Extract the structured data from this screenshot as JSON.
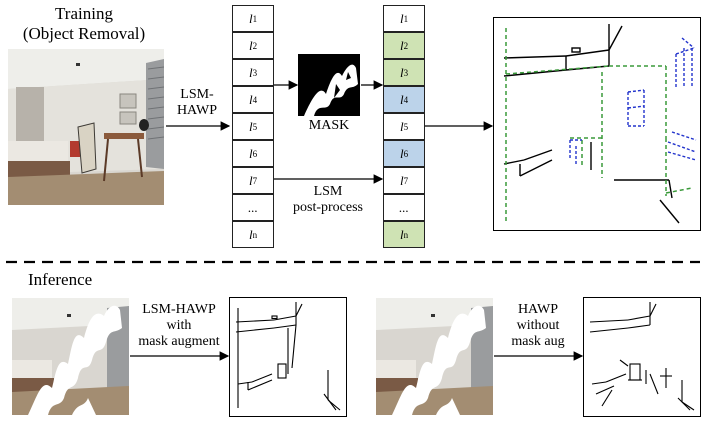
{
  "training": {
    "title_line1": "Training",
    "title_line2": "(Object Removal)",
    "arrow1_label_line1": "LSM-",
    "arrow1_label_line2": "HAWP",
    "mask_label": "MASK",
    "arrow2_label_line1": "LSM",
    "arrow2_label_line2": "post-process",
    "lines_before": [
      {
        "sym": "l",
        "sub": "1",
        "state": "plain"
      },
      {
        "sym": "l",
        "sub": "2",
        "state": "plain"
      },
      {
        "sym": "l",
        "sub": "3",
        "state": "plain"
      },
      {
        "sym": "l",
        "sub": "4",
        "state": "plain"
      },
      {
        "sym": "l",
        "sub": "5",
        "state": "plain"
      },
      {
        "sym": "l",
        "sub": "6",
        "state": "plain"
      },
      {
        "sym": "l",
        "sub": "7",
        "state": "plain"
      },
      {
        "sym": "...",
        "sub": "",
        "state": "plain"
      },
      {
        "sym": "l",
        "sub": "n",
        "state": "plain"
      }
    ],
    "lines_after": [
      {
        "sym": "l",
        "sub": "1",
        "state": "plain"
      },
      {
        "sym": "l",
        "sub": "2",
        "state": "green"
      },
      {
        "sym": "l",
        "sub": "3",
        "state": "green"
      },
      {
        "sym": "l",
        "sub": "4",
        "state": "blue"
      },
      {
        "sym": "l",
        "sub": "5",
        "state": "plain"
      },
      {
        "sym": "l",
        "sub": "6",
        "state": "blue"
      },
      {
        "sym": "l",
        "sub": "7",
        "state": "plain"
      },
      {
        "sym": "...",
        "sub": "",
        "state": "plain"
      },
      {
        "sym": "l",
        "sub": "n",
        "state": "green"
      }
    ]
  },
  "inference": {
    "title": "Inference",
    "method1_line1": "LSM-HAWP",
    "method1_line2": "with",
    "method1_line3": "mask augment",
    "method2_line1": "HAWP",
    "method2_line2": "without",
    "method2_line3": "mask aug"
  },
  "colors": {
    "green_line": "#3a9a3a",
    "blue_line": "#2233cc",
    "green_cell": "#cfe3b4",
    "blue_cell": "#bcd3ea"
  }
}
